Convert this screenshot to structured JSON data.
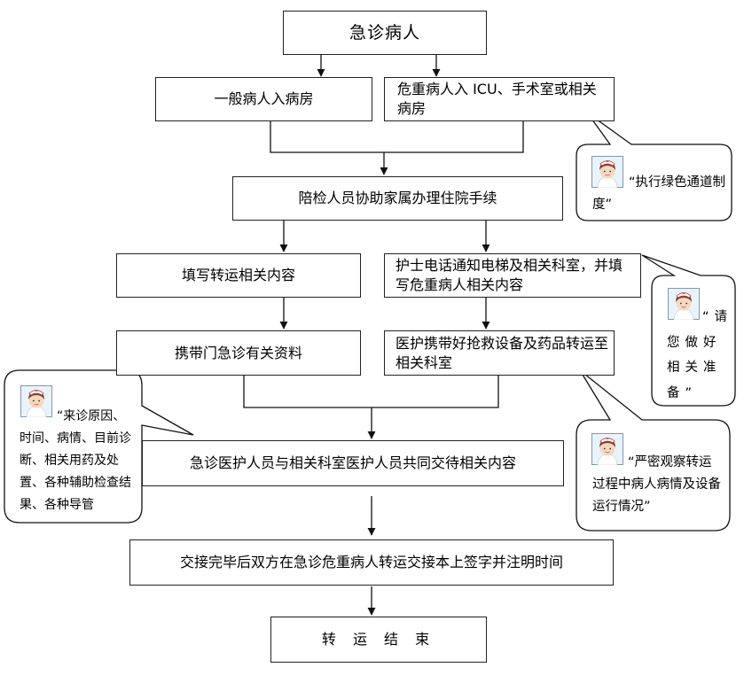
{
  "flow": {
    "start": "急诊病人",
    "general_ward": "一般病人入病房",
    "critical_icu": "危重病人入 ICU、手术室或相关病房",
    "admission_help": "陪检人员协助家属办理住院手续",
    "fill_transfer": "填写转运相关内容",
    "nurse_notify": "护士电话通知电梯及相关科室，并填写危重病人相关内容",
    "bring_records": "携带门急诊有关资料",
    "bring_equipment": "医护携带好抢救设备及药品转运至相关科室",
    "handover": "急诊医护人员与相关科室医护人员共同交待相关内容",
    "sign_record": "交接完毕后双方在急诊危重病人转运交接本上签字并注明时间",
    "end": "转 运 结 束"
  },
  "notes": {
    "green_channel": "“执行绿色通道制度”",
    "prepare": "“请您做好相关准备”",
    "handover_items": "“来诊原因、时间、病情、目前诊断、相关用药及处置、各种辅助检查结果、各种导管",
    "observe": "“严密观察转运过程中病人病情及设备运行情况”"
  },
  "icons": [
    "nurse-avatar-icon"
  ]
}
